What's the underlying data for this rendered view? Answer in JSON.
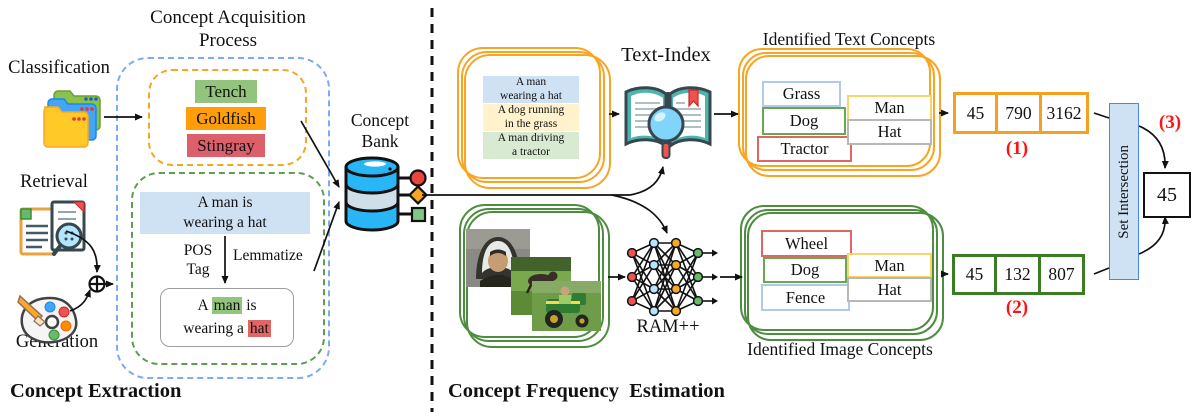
{
  "sections": {
    "left_label": "Concept Extraction",
    "right_label": "Concept Frequency  Estimation"
  },
  "left": {
    "acquisition_title": "Concept Acquisition Process",
    "classification_label": "Classification",
    "retrieval_label": "Retrieval",
    "generation_label": "Generation",
    "class_concepts": [
      {
        "label": "Tench",
        "bg": "#93c47d"
      },
      {
        "label": "Goldfish",
        "bg": "#ff9d0a"
      },
      {
        "label": "Stingray",
        "bg": "#dd5f6c"
      }
    ],
    "caption": {
      "line1": "A man is",
      "line2": "wearing a hat"
    },
    "pos_tag_line1": "POS",
    "pos_tag_line2": "Tag",
    "lemmatize_label": "Lemmatize",
    "processed": {
      "l1_pre": "A ",
      "l1_hl": "man",
      "l1_post": " is",
      "l2_pre": "wearing a ",
      "l2_hl": "hat",
      "hl_noun_color": "#93c47d",
      "hl_obj_color": "#e06666"
    },
    "concept_bank_line1": "Concept",
    "concept_bank_line2": "Bank"
  },
  "right": {
    "text_samples": [
      {
        "line1": "A man",
        "line2": "wearing a hat",
        "bg": "#cfe2f3"
      },
      {
        "line1": "A dog running",
        "line2": "in the grass",
        "bg": "#fff2cc"
      },
      {
        "line1": "A man driving",
        "line2": "a tractor",
        "bg": "#d9ead3"
      }
    ],
    "text_index_label": "Text-Index",
    "ram_label": "RAM++",
    "identified_text_title": "Identified Text Concepts",
    "identified_image_title": "Identified Image Concepts",
    "text_concepts": [
      {
        "label": "Grass",
        "border": "#aecbeb"
      },
      {
        "label": "Dog",
        "border": "#6aa84f"
      },
      {
        "label": "Tractor",
        "border": "#e06666"
      },
      {
        "label": "Man",
        "border": "#f8d568"
      },
      {
        "label": "Hat",
        "border": "#b7b7b7"
      }
    ],
    "image_concepts": [
      {
        "label": "Wheel",
        "border": "#e06666"
      },
      {
        "label": "Dog",
        "border": "#6aa84f"
      },
      {
        "label": "Fence",
        "border": "#aecbeb"
      },
      {
        "label": "Man",
        "border": "#f8d568"
      },
      {
        "label": "Hat",
        "border": "#b7b7b7"
      }
    ],
    "text_counts": [
      "45",
      "790",
      "3162"
    ],
    "image_counts": [
      "45",
      "132",
      "807"
    ],
    "step1_marker": "(1)",
    "step2_marker": "(2)",
    "step3_marker": "(3)",
    "set_intersection_label": "Set Intersection",
    "intersection_result": "45"
  },
  "colors": {
    "orange_accent": "#f6a623",
    "green_accent": "#4e8c3f",
    "blue_dash": "#7baaf7",
    "marker_red": "#fe1212",
    "intersection_fill": "#cfe2f3",
    "intersection_border": "#4a86e8",
    "count_border_text": "#f6a020",
    "count_border_image": "#3a7d23"
  }
}
